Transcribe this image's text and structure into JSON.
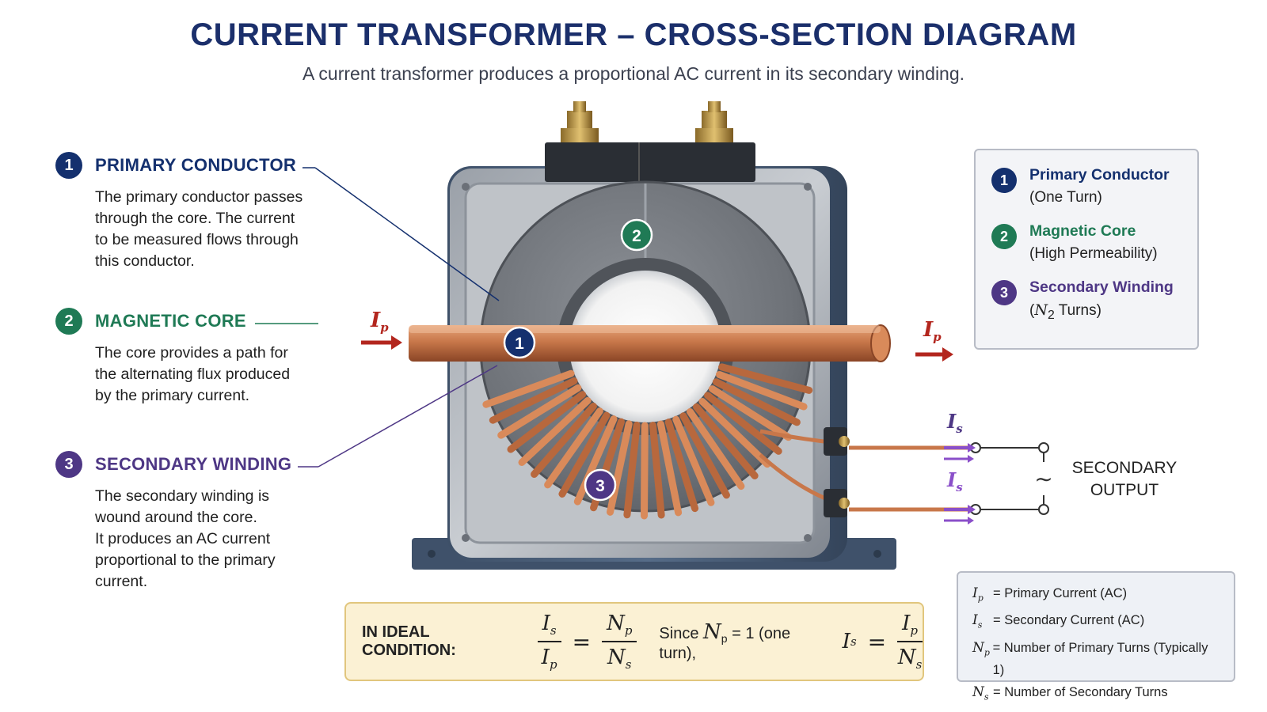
{
  "header": {
    "title": "CURRENT TRANSFORMER – CROSS-SECTION DIAGRAM",
    "subtitle": "A current transformer produces a proportional AC current in its secondary winding."
  },
  "callouts": [
    {
      "number": "1",
      "title": "PRIMARY CONDUCTOR",
      "color": "#14306e",
      "lines": [
        "The primary conductor passes",
        "through the core. The current",
        "to be measured flows through",
        "this conductor."
      ]
    },
    {
      "number": "2",
      "title": "MAGNETIC CORE",
      "color": "#1f7a55",
      "lines": [
        "The core provides a path for",
        "the alternating flux produced",
        "by the primary current."
      ]
    },
    {
      "number": "3",
      "title": "SECONDARY WINDING",
      "color": "#4e3785",
      "lines": [
        "The secondary winding is",
        "wound around the core.",
        "It produces an AC current",
        "proportional to the primary",
        "current."
      ]
    }
  ],
  "legend": [
    {
      "number": "1",
      "name": "Primary Conductor",
      "sub": "(One Turn)"
    },
    {
      "number": "2",
      "name": "Magnetic Core",
      "sub": "(High Permeability)"
    },
    {
      "number": "3",
      "name": "Secondary Winding",
      "sub_prefix": "(",
      "sub_sym": "N",
      "sub_idx": "2",
      "sub_suffix": " Turns)"
    }
  ],
  "diagram": {
    "markers": [
      "1",
      "2",
      "3"
    ],
    "ip_label": {
      "sym": "I",
      "idx": "p"
    },
    "is_label": {
      "sym": "I",
      "idx": "s"
    },
    "ac_symbol": "∼",
    "secondary_output": [
      "SECONDARY",
      "OUTPUT"
    ]
  },
  "formula": {
    "label": "IN IDEAL CONDITION:",
    "frac1_num": "I",
    "frac1_num_idx": "s",
    "frac1_den": "I",
    "frac1_den_idx": "p",
    "equals": "=",
    "frac2_num": "N",
    "frac2_num_idx": "p",
    "frac2_den": "N",
    "frac2_den_idx": "s",
    "since_text": "Since",
    "since_sym": "N",
    "since_idx": "p",
    "since_rest": " = 1 (one turn),",
    "result_lhs": "I",
    "result_lhs_idx": "s",
    "frac3_num": "I",
    "frac3_num_idx": "p",
    "frac3_den": "N",
    "frac3_den_idx": "s"
  },
  "variables": [
    {
      "sym": "I",
      "idx": "p",
      "desc": " = Primary Current (AC)"
    },
    {
      "sym": "I",
      "idx": "s",
      "desc": " = Secondary Current (AC)"
    },
    {
      "sym": "N",
      "idx": "p",
      "desc": " = Number of Primary Turns (Typically 1)"
    },
    {
      "sym": "N",
      "idx": "s",
      "desc": " = Number of Secondary Turns"
    }
  ],
  "colors": {
    "primary": "#14306e",
    "core": "#1f7a55",
    "winding": "#4e3785",
    "copper": "#c4703f",
    "arrow_red": "#b3261e",
    "arrow_purple": "#8a4fc9"
  }
}
